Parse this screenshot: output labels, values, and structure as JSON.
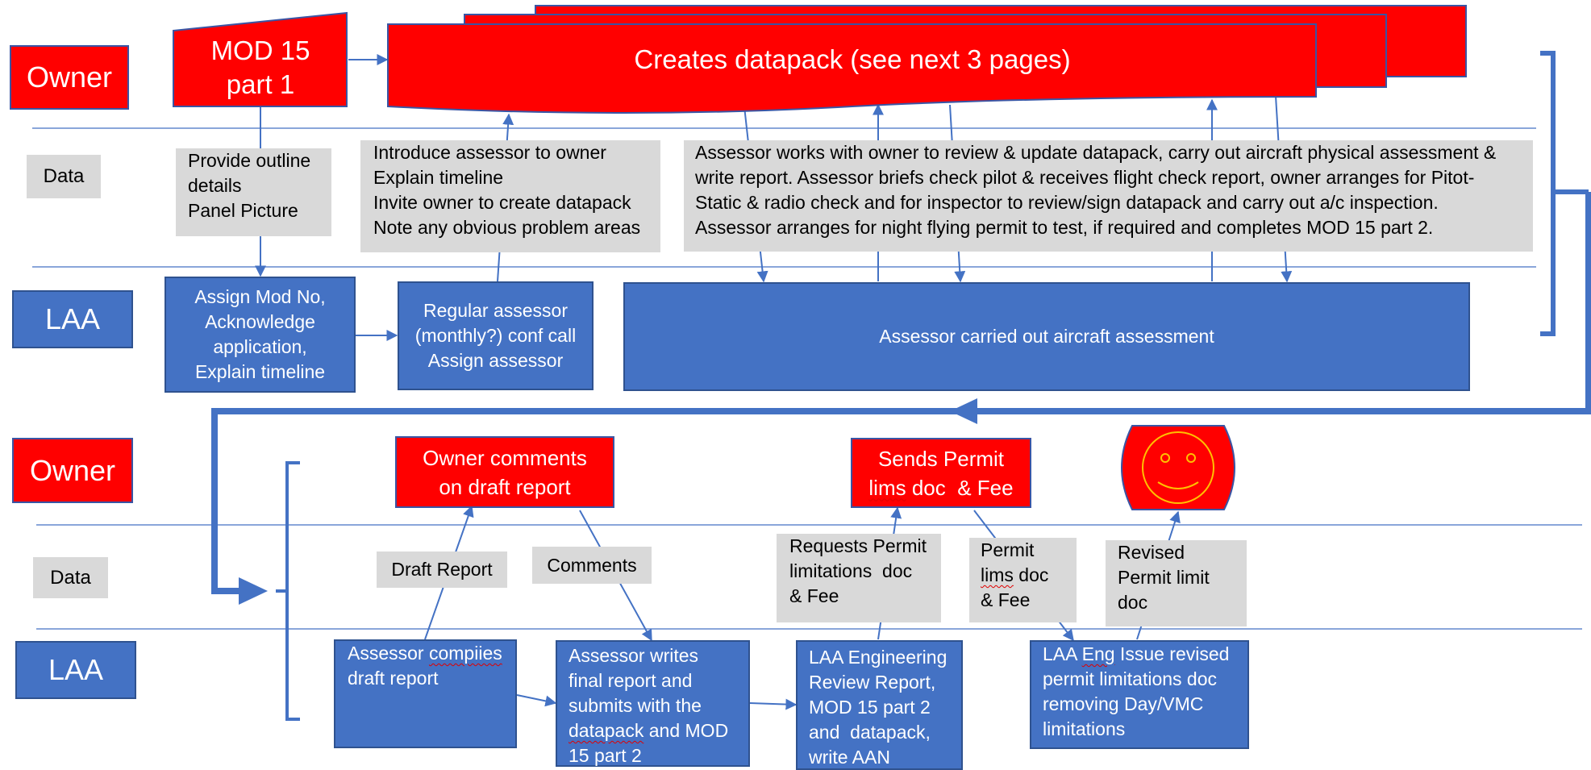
{
  "top": {
    "lanes": {
      "owner": "Owner",
      "data": "Data",
      "laa": "LAA"
    },
    "mod15_part1": [
      "MOD 15",
      "part 1"
    ],
    "creates_datapack": "Creates datapack (see next 3 pages)",
    "provide_outline": [
      "Provide outline",
      "details",
      "Panel Picture"
    ],
    "introduce_assessor": [
      "Introduce assessor to owner",
      "Explain timeline",
      "Invite owner to create datapack",
      "Note any obvious problem areas"
    ],
    "assessor_works": [
      "Assessor works with owner to review & update datapack, carry out aircraft physical assessment &",
      "write report. Assessor briefs check pilot & receives flight check report, owner arranges for Pitot-",
      "Static & radio check and for inspector to review/sign datapack and carry out a/c inspection.",
      "Assessor arranges for night flying permit to test, if required and completes MOD 15 part 2."
    ],
    "assign_mod": [
      "Assign Mod No,",
      "Acknowledge",
      "application,",
      "Explain timeline"
    ],
    "regular_assessor": [
      "Regular assessor",
      "(monthly?) conf call",
      "Assign assessor"
    ],
    "assessment": "Assessor carried out aircraft assessment"
  },
  "bottom": {
    "lanes": {
      "owner": "Owner",
      "data": "Data",
      "laa": "LAA"
    },
    "owner_comments": [
      "Owner comments",
      "on draft report"
    ],
    "sends_permit": {
      "line1": "Sends Permit",
      "line2_word": "lims",
      "line2_rest": " doc  & Fee"
    },
    "draft_report": "Draft Report",
    "comments": "Comments",
    "requests_permit": [
      "Requests Permit",
      "limitations  doc",
      "& Fee"
    ],
    "permit_lims": {
      "line1": "Permit",
      "line2_word": "lims",
      "line2_rest": " doc",
      "line3": "& Fee"
    },
    "revised_permit": [
      "Revised",
      "Permit limit",
      "doc"
    ],
    "compiles_draft": {
      "pre": "Assessor ",
      "word": "compiies",
      "post": "draft report"
    },
    "writes_final": {
      "l1": "Assessor writes",
      "l2": "final report and",
      "l3": "submits with the",
      "l4_word": "datapack",
      "l4_rest": " and MOD",
      "l5": "15 part 2"
    },
    "eng_review": [
      "LAA Engineering",
      "Review Report,",
      "MOD 15 part 2",
      "and  datapack,",
      "write AAN"
    ],
    "eng_issue": {
      "pre": "LAA ",
      "word": "Eng",
      "rest1": " Issue revised",
      "l2": "permit limitations doc",
      "l3": "removing Day/VMC",
      "l4": "limitations"
    },
    "smiley_icon": "smiley-face"
  },
  "colors": {
    "owner_red": "#ff0000",
    "laa_blue": "#4472c4",
    "data_grey": "#d9d9d9",
    "line_blue": "#4472c4"
  }
}
